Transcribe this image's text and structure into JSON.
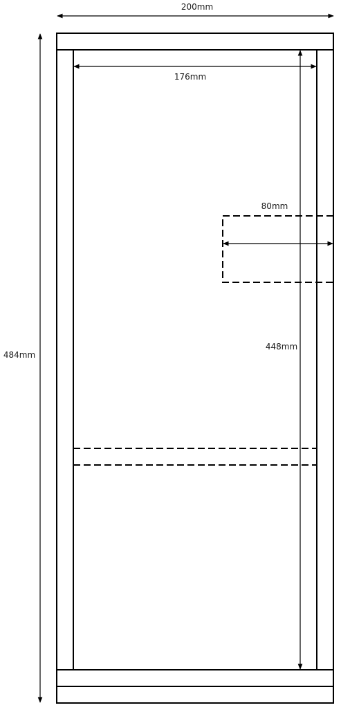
{
  "dimensions": {
    "outer_width": "200mm",
    "outer_height": "484mm",
    "inner_width": "176mm",
    "inner_height": "448mm",
    "opening_width": "80mm"
  },
  "colors": {
    "line": "#000000",
    "text": "#1a1a1a",
    "background": "#ffffff"
  }
}
